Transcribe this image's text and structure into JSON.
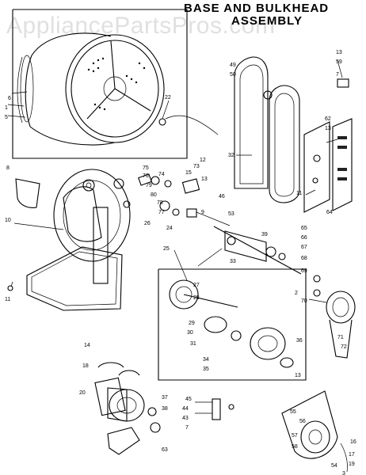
{
  "watermark": "AppliancePartsPros.com",
  "title_line1": "BASE AND BULKHEAD",
  "title_line2": "ASSEMBLY",
  "part_numbers": {
    "p1": "1",
    "p2": "2",
    "p3": "3",
    "p5": "5",
    "p6": "6",
    "p7": "7",
    "p7b": "7",
    "p8": "8",
    "p9": "9",
    "p10": "10",
    "p11": "11",
    "p11b": "11",
    "p12": "12",
    "p13": "13",
    "p13b": "13",
    "p13c": "13",
    "p13d": "13",
    "p14": "14",
    "p15": "15",
    "p16": "16",
    "p17": "17",
    "p18": "18",
    "p19": "19",
    "p20": "20",
    "p22": "22",
    "p24": "24",
    "p25": "25",
    "p26": "26",
    "p27": "27",
    "p28": "28",
    "p29": "29",
    "p30": "30",
    "p31": "31",
    "p32": "32",
    "p33": "33",
    "p34": "34",
    "p35": "35",
    "p36": "36",
    "p37": "37",
    "p38": "38",
    "p39": "39",
    "p43": "43",
    "p44": "44",
    "p45": "45",
    "p46": "46",
    "p49": "49",
    "p50": "50",
    "p53": "53",
    "p54": "54",
    "p55": "55",
    "p56": "56",
    "p57": "57",
    "p58": "58",
    "p59": "59",
    "p62": "62",
    "p63": "63",
    "p64": "64",
    "p65": "65",
    "p66": "66",
    "p67": "67",
    "p68": "68",
    "p69": "69",
    "p70": "70",
    "p71": "71",
    "p72": "72",
    "p73": "73",
    "p74": "74",
    "p75": "75",
    "p76": "76",
    "p77": "77",
    "p78": "78",
    "p79": "79",
    "p80": "80"
  }
}
